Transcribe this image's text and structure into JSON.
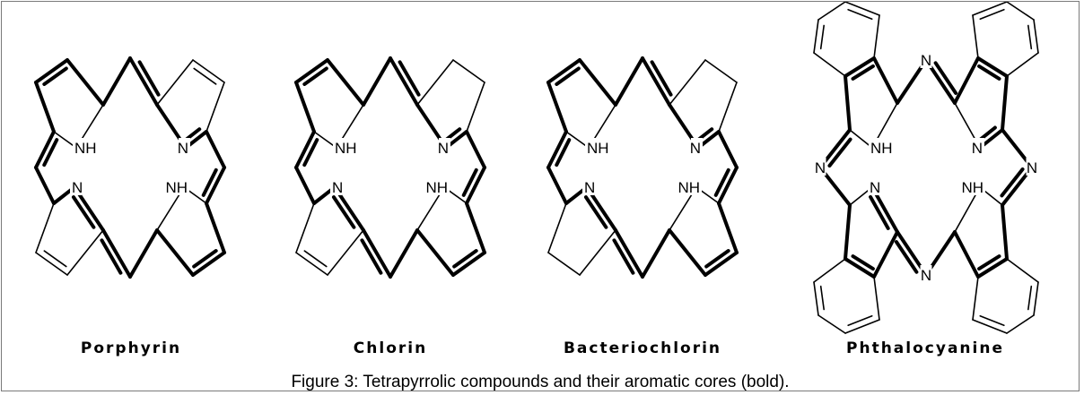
{
  "figure": {
    "caption": "Figure 3: Tetrapyrrolic compounds and their aromatic cores (bold).",
    "compounds": [
      {
        "name": "Porphyrin"
      },
      {
        "name": "Chlorin"
      },
      {
        "name": "Bacteriochlorin"
      },
      {
        "name": "Phthalocyanine"
      }
    ],
    "atom_labels": {
      "nh": "NH",
      "n": "N"
    }
  }
}
